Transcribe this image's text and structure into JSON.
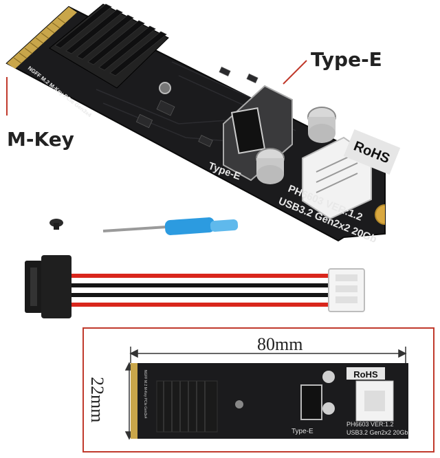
{
  "labels": {
    "type_e": "Type-E",
    "m_key": "M-Key"
  },
  "board_top": {
    "silk_type_e": "Type-E",
    "model": "PH6603 VER:1.2",
    "spec": "USB3.2 Gen2x2 20Gb",
    "rohs": "RoHS",
    "pcb_side": "NGFF M.2 M-Key PCIe Gen3x4"
  },
  "board_dim": {
    "silk_type_e": "Type-E",
    "model": "PH6603 VER:1.2",
    "spec": "USB3.2 Gen2x2 20Gb",
    "rohs": "RoHS",
    "pcb_side": "NGFF M.2 M-Key PCIe Gen3x4"
  },
  "dimensions": {
    "width": "80mm",
    "height": "22mm"
  },
  "colors": {
    "accent_line": "#c0392b",
    "pcb": "#1c1c1e",
    "cable_red": "#d9261c",
    "cable_black": "#151515",
    "screwdriver_handle": "#2c9be0"
  }
}
